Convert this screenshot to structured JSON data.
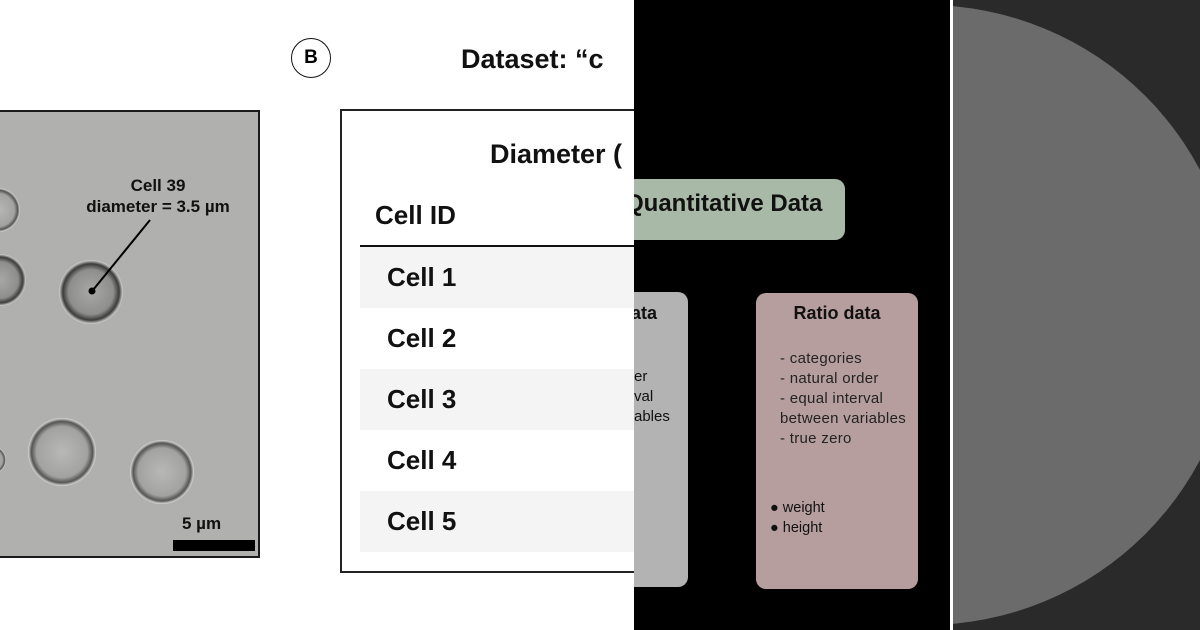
{
  "panel_micro": {
    "annotation_line1": "Cell 39",
    "annotation_line2": "diameter = 3.5 µm",
    "scale_label": "5 µm"
  },
  "panel_table": {
    "panel_letter": "B",
    "dataset_title": "Dataset:   “c",
    "column_title": "Diameter (",
    "header_cell_id": "Cell ID",
    "rows": [
      "Cell 1",
      "Cell 2",
      "Cell 3",
      "Cell 4",
      "Cell 5"
    ]
  },
  "panel_diagram": {
    "quant_label": "Quantitative Data",
    "interval_fragments": {
      "title": "ata",
      "line1": "er",
      "line2": "val",
      "line3": "ables"
    },
    "ratio": {
      "title": "Ratio data",
      "properties": [
        "- categories",
        "- natural order",
        "- equal interval",
        "between variables",
        "- true zero"
      ],
      "examples": [
        "● weight",
        "●  height"
      ]
    }
  },
  "colors": {
    "quant_box": "#a9b9a8",
    "interval_box": "#b3b3b3",
    "ratio_box": "#b79e9e",
    "diagram_bg": "#000000",
    "circle_fill": "#6b6b6b",
    "circle_bg": "#2a2a2a"
  }
}
